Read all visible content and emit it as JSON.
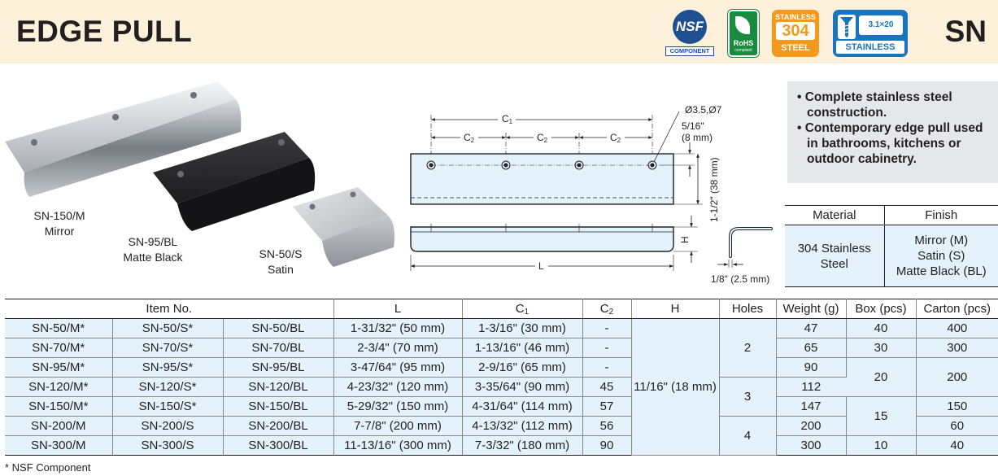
{
  "header": {
    "title": "EDGE PULL",
    "series": "SN",
    "badges": {
      "nsf_mark": "NSF",
      "nsf_label": "COMPONENT",
      "rohs_label": "RoHS",
      "rohs_sub": "compliant",
      "steel_top": "STAINLESS",
      "steel_num": "304",
      "steel_bottom": "STEEL",
      "screw_dim": "3.1×20",
      "screw_label": "STAINLESS"
    }
  },
  "photos": [
    {
      "code": "SN-150/M",
      "finish": "Mirror"
    },
    {
      "code": "SN-95/BL",
      "finish": "Matte Black"
    },
    {
      "code": "SN-50/S",
      "finish": "Satin"
    }
  ],
  "drawing": {
    "c1": "C",
    "c1_sub": "1",
    "c2": "C",
    "c2_sub": "2",
    "hole": "Ø3.5,Ø7",
    "offset_in": "5/16\"",
    "offset_mm": "(8 mm)",
    "height": "1-1/2\" (38 mm)",
    "h": "H",
    "l": "L",
    "thickness": "1/8\" (2.5 mm)"
  },
  "features": [
    "Complete stainless steel construction.",
    "Contemporary edge pull used in bathrooms, kitchens or outdoor cabinetry."
  ],
  "material_table": {
    "headers": [
      "Material",
      "Finish"
    ],
    "material": "304 Stainless Steel",
    "finishes": [
      "Mirror (M)",
      "Satin (S)",
      "Matte Black (BL)"
    ]
  },
  "table": {
    "headers": {
      "item": "Item No.",
      "l": "L",
      "c1": "C",
      "c1_sub": "1",
      "c2": "C",
      "c2_sub": "2",
      "h": "H",
      "holes": "Holes",
      "weight": "Weight (g)",
      "box": "Box (pcs)",
      "carton": "Carton (pcs)"
    },
    "rows": [
      {
        "m": "SN-50/M*",
        "s": "SN-50/S*",
        "bl": "SN-50/BL",
        "l": "1-31/32\" (50 mm)",
        "c1": "1-3/16\" (30 mm)",
        "c2": "-",
        "weight": "47"
      },
      {
        "m": "SN-70/M*",
        "s": "SN-70/S*",
        "bl": "SN-70/BL",
        "l": "2-3/4\" (70 mm)",
        "c1": "1-13/16\" (46 mm)",
        "c2": "-",
        "weight": "65"
      },
      {
        "m": "SN-95/M*",
        "s": "SN-95/S*",
        "bl": "SN-95/BL",
        "l": "3-47/64\" (95 mm)",
        "c1": "2-9/16\" (65 mm)",
        "c2": "-",
        "weight": "90"
      },
      {
        "m": "SN-120/M*",
        "s": "SN-120/S*",
        "bl": "SN-120/BL",
        "l": "4-23/32\" (120 mm)",
        "c1": "3-35/64\" (90 mm)",
        "c2": "45",
        "weight": "112"
      },
      {
        "m": "SN-150/M*",
        "s": "SN-150/S*",
        "bl": "SN-150/BL",
        "l": "5-29/32\" (150 mm)",
        "c1": "4-31/64\" (114 mm)",
        "c2": "57",
        "weight": "147"
      },
      {
        "m": "SN-200/M",
        "s": "SN-200/S",
        "bl": "SN-200/BL",
        "l": "7-7/8\" (200 mm)",
        "c1": "4-13/32\" (112 mm)",
        "c2": "56",
        "weight": "200"
      },
      {
        "m": "SN-300/M",
        "s": "SN-300/S",
        "bl": "SN-300/BL",
        "l": "11-13/16\" (300 mm)",
        "c1": "7-3/32\" (180 mm)",
        "c2": "90",
        "weight": "300"
      }
    ],
    "h_value": "11/16\" (18 mm)",
    "holes": [
      "2",
      "3",
      "4"
    ],
    "box": [
      "40",
      "30",
      "20",
      "15",
      "10"
    ],
    "carton": [
      "400",
      "300",
      "200",
      "150",
      "60",
      "40"
    ]
  },
  "footnote": "* NSF Component",
  "colors": {
    "header_bg": "#fdf1dc",
    "table_cell_bg": "#e3f2fb",
    "feature_bg": "#e6e7e8",
    "nsf_blue": "#1d4f91",
    "rohs_green": "#1a8a3e",
    "steel_orange": "#f39a1e",
    "screw_blue": "#1a75bc"
  }
}
